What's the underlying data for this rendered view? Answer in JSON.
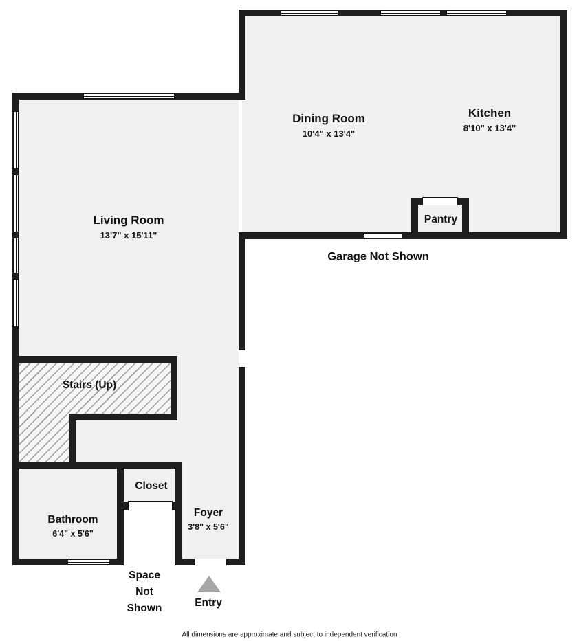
{
  "rooms": {
    "dining_room": {
      "name": "Dining Room",
      "dims": "10'4\" x 13'4\""
    },
    "kitchen": {
      "name": "Kitchen",
      "dims": "8'10\" x 13'4\""
    },
    "living_room": {
      "name": "Living Room",
      "dims": "13'7\" x 15'11\""
    },
    "pantry": {
      "name": "Pantry"
    },
    "stairs": {
      "name": "Stairs (Up)"
    },
    "bathroom": {
      "name": "Bathroom",
      "dims": "6'4\" x 5'6\""
    },
    "closet": {
      "name": "Closet"
    },
    "foyer": {
      "name": "Foyer",
      "dims": "3'8\" x 5'6\""
    }
  },
  "annotations": {
    "garage": "Garage Not Shown",
    "space": "Space Not Shown",
    "entry": "Entry"
  },
  "footer": {
    "disclaimer": "All dimensions are approximate and subject to independent verification"
  },
  "colors": {
    "wall": "#1e1e1e",
    "floor": "#f0f0f0",
    "hatch_line": "#9c9c9c",
    "entry_arrow": "#a6a6a6"
  }
}
